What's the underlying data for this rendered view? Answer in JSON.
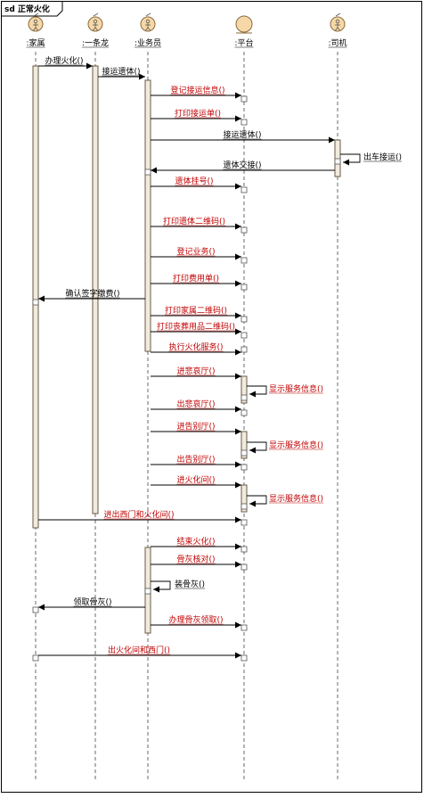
{
  "frame": {
    "title": "sd 正常火化"
  },
  "colors": {
    "life_line": "#6a6a6a",
    "activation_fill": "#f0ebdf",
    "activation_stroke": "#6b5a40",
    "head_fill": "#f6d8a8",
    "head_stroke": "#8a6a3a",
    "red_label": "#c00000",
    "black_label": "#000000",
    "arrow": "#000000"
  },
  "participants": [
    {
      "id": "p1",
      "label": "家属",
      "kind": "actor"
    },
    {
      "id": "p2",
      "label": "一条龙",
      "kind": "actor"
    },
    {
      "id": "p3",
      "label": "业务员",
      "kind": "actor"
    },
    {
      "id": "p4",
      "label": "平台",
      "kind": "entity"
    },
    {
      "id": "p5",
      "label": "司机",
      "kind": "actor"
    }
  ],
  "messages": [
    {
      "from": "p1",
      "to": "p2",
      "label": "办理火化()",
      "color": "black"
    },
    {
      "from": "p2",
      "to": "p3",
      "label": "接运遗体()",
      "color": "black"
    },
    {
      "from": "p3",
      "to": "p4",
      "label": "登记接运信息()",
      "color": "red"
    },
    {
      "from": "p3",
      "to": "p4",
      "label": "打印接运单()",
      "color": "red"
    },
    {
      "from": "p3",
      "to": "p5",
      "label": "接运遗体()",
      "color": "black"
    },
    {
      "from": "p5",
      "to": "p5",
      "label": "出车接运()",
      "color": "black"
    },
    {
      "from": "p5",
      "to": "p3",
      "label": "遗体交接()",
      "color": "black"
    },
    {
      "from": "p3",
      "to": "p4",
      "label": "遗体挂号()",
      "color": "red"
    },
    {
      "from": "p3",
      "to": "p4",
      "label": "打印遗体二维码()",
      "color": "red"
    },
    {
      "from": "p3",
      "to": "p4",
      "label": "登记业务()",
      "color": "red"
    },
    {
      "from": "p3",
      "to": "p4",
      "label": "打印费用单()",
      "color": "red"
    },
    {
      "from": "p3",
      "to": "p1",
      "label": "确认签字缴费()",
      "color": "black"
    },
    {
      "from": "p3",
      "to": "p4",
      "label": "打印家属二维码()",
      "color": "red"
    },
    {
      "from": "p3",
      "to": "p4",
      "label": "打印丧葬用品二维码()",
      "color": "red"
    },
    {
      "from": "p3",
      "to": "p4",
      "label": "执行火化服务()",
      "color": "red"
    },
    {
      "from": "p3",
      "to": "p4",
      "label": "进悲哀厅()",
      "color": "red"
    },
    {
      "from": "p4",
      "to": "p4",
      "label": "显示服务信息()",
      "color": "red"
    },
    {
      "from": "p3",
      "to": "p4",
      "label": "出悲哀厅()",
      "color": "red"
    },
    {
      "from": "p3",
      "to": "p4",
      "label": "进告别厅()",
      "color": "red"
    },
    {
      "from": "p4",
      "to": "p4",
      "label": "显示服务信息()",
      "color": "red"
    },
    {
      "from": "p3",
      "to": "p4",
      "label": "出告别厅()",
      "color": "red"
    },
    {
      "from": "p3",
      "to": "p4",
      "label": "进火化间()",
      "color": "red"
    },
    {
      "from": "p4",
      "to": "p4",
      "label": "显示服务信息()",
      "color": "red"
    },
    {
      "from": "p1",
      "to": "p4",
      "label": "进出西门和火化间()",
      "color": "red"
    },
    {
      "from": "p3",
      "to": "p4",
      "label": "结束火化()",
      "color": "red"
    },
    {
      "from": "p3",
      "to": "p4",
      "label": "骨灰核对()",
      "color": "red"
    },
    {
      "from": "p3",
      "to": "p3",
      "label": "装骨灰()",
      "color": "black"
    },
    {
      "from": "p3",
      "to": "p1",
      "label": "领取骨灰()",
      "color": "black"
    },
    {
      "from": "p3",
      "to": "p4",
      "label": "办理骨灰领取()",
      "color": "red"
    },
    {
      "from": "p1",
      "to": "p4",
      "label": "出火化间和西门()",
      "color": "red"
    }
  ]
}
